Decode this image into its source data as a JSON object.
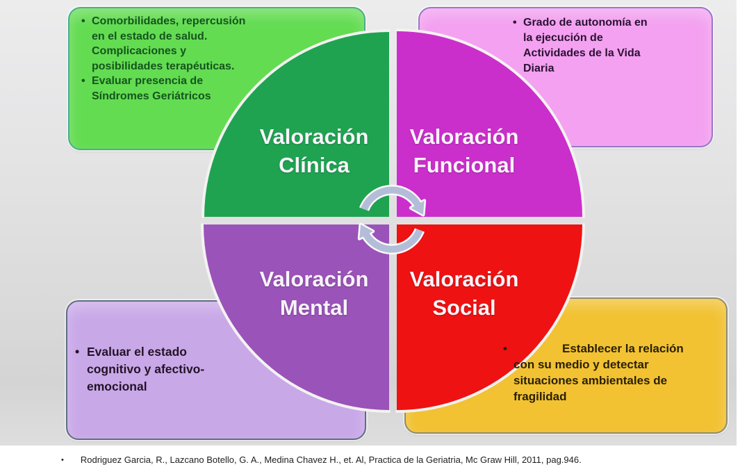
{
  "bullet_char": "•",
  "quadrants": {
    "clinica": {
      "label": "Valoración\nClínica",
      "color": "#1FA351"
    },
    "funcional": {
      "label": "Valoración\nFuncional",
      "color": "#CB2FCB"
    },
    "mental": {
      "label": "Valoración\nMental",
      "color": "#9A53B8"
    },
    "social": {
      "label": "Valoración\nSocial",
      "color": "#EE1212"
    }
  },
  "cycle_icon": {
    "color": "#B4BDD8"
  },
  "callouts": {
    "clinica": {
      "fill": "#63DC52",
      "border": "#49AE8C",
      "text_color": "#14551C",
      "bullets": [
        "Comorbilidades, repercusión\nen el estado de salud.\nComplicaciones y\nposibilidades terapéuticas.",
        "Evaluar presencia de\nSíndromes Geriátricos"
      ]
    },
    "funcional": {
      "fill": "#F3A1F0",
      "border": "#9878C6",
      "text_color": "#2B1133",
      "bullets": [
        "Grado de autonomía en\nla ejecución de\nActividades de la Vida\nDiaria"
      ]
    },
    "mental": {
      "fill": "#C9A8E8",
      "border": "#5E6F80",
      "text_color": "#221327",
      "bullets": [
        "Evaluar el estado\ncognitivo y afectivo-\nemocional"
      ]
    },
    "social": {
      "fill": "#F2C233",
      "border": "#8F8C72",
      "text_color": "#2A2005",
      "bullets": [
        "Establecer la relación\ncon su medio y detectar\nsituaciones ambientales de\nfragilidad"
      ]
    }
  },
  "citation": {
    "text": "Rodriguez Garcia, R., Lazcano Botello, G. A., Medina Chavez H., et. Al, Practica de la Geriatria, Mc Graw Hill, 2011, pag.946."
  }
}
